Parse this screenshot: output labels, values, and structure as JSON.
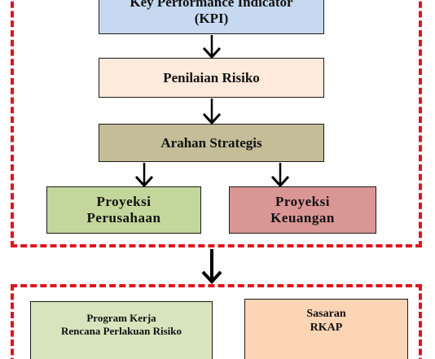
{
  "nodes": {
    "kpi": {
      "line1": "Key Performance Indicator",
      "line2": "(KPI)",
      "fill": "#c6d9f1"
    },
    "risk_assessment": {
      "label": "Penilaian Risiko",
      "fill": "#fdeada"
    },
    "strategic_direction": {
      "label": "Arahan Strategis",
      "fill": "#c4bd97"
    },
    "company_projection": {
      "line1": "Proyeksi",
      "line2": "Perusahaan",
      "fill": "#c3d69b"
    },
    "financial_projection": {
      "line1": "Proyeksi",
      "line2": "Keuangan",
      "fill": "#d99694"
    },
    "work_program": {
      "line1": "Program Kerja",
      "line2": "Rencana Perlakuan Risiko",
      "fill": "#d7e4bd"
    },
    "rkap_target": {
      "line1": "Sasaran",
      "line2": "RKAP",
      "fill": "#fcd5b5"
    }
  },
  "colors": {
    "frame": "#e0141c",
    "arrow": "#000000"
  }
}
